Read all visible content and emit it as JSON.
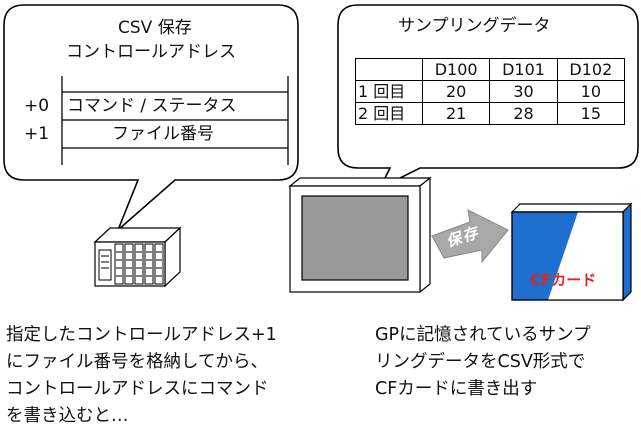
{
  "left_bubble": {
    "title_line1": "CSV 保存",
    "title_line2": "コントロールアドレス",
    "rows": [
      {
        "offset": "+0",
        "label": "コマンド / ステータス"
      },
      {
        "offset": "+1",
        "label": "ファイル番号"
      }
    ]
  },
  "right_bubble": {
    "title": "サンプリングデータ",
    "headers": [
      "",
      "D100",
      "D101",
      "D102"
    ],
    "rows": [
      {
        "label": "1 回目",
        "values": [
          "20",
          "30",
          "10"
        ]
      },
      {
        "label": "2 回目",
        "values": [
          "21",
          "28",
          "15"
        ]
      }
    ]
  },
  "arrow_label": "保存",
  "cf_card_label": "CFカード",
  "description_left": [
    "指定したコントロールアドレス+1",
    "にファイル番号を格納してから、",
    "コントロールアドレスにコマンド",
    "を書き込むと…"
  ],
  "description_right": [
    "GPに記憶されているサンプ",
    "リングデータをCSV形式で",
    "CFカードに書き出す"
  ],
  "colors": {
    "card_blue": "#1f6fd1",
    "screen_gray": "#999999",
    "arrow_gray": "#a8a8a8",
    "card_label_red": "#e0281c"
  }
}
